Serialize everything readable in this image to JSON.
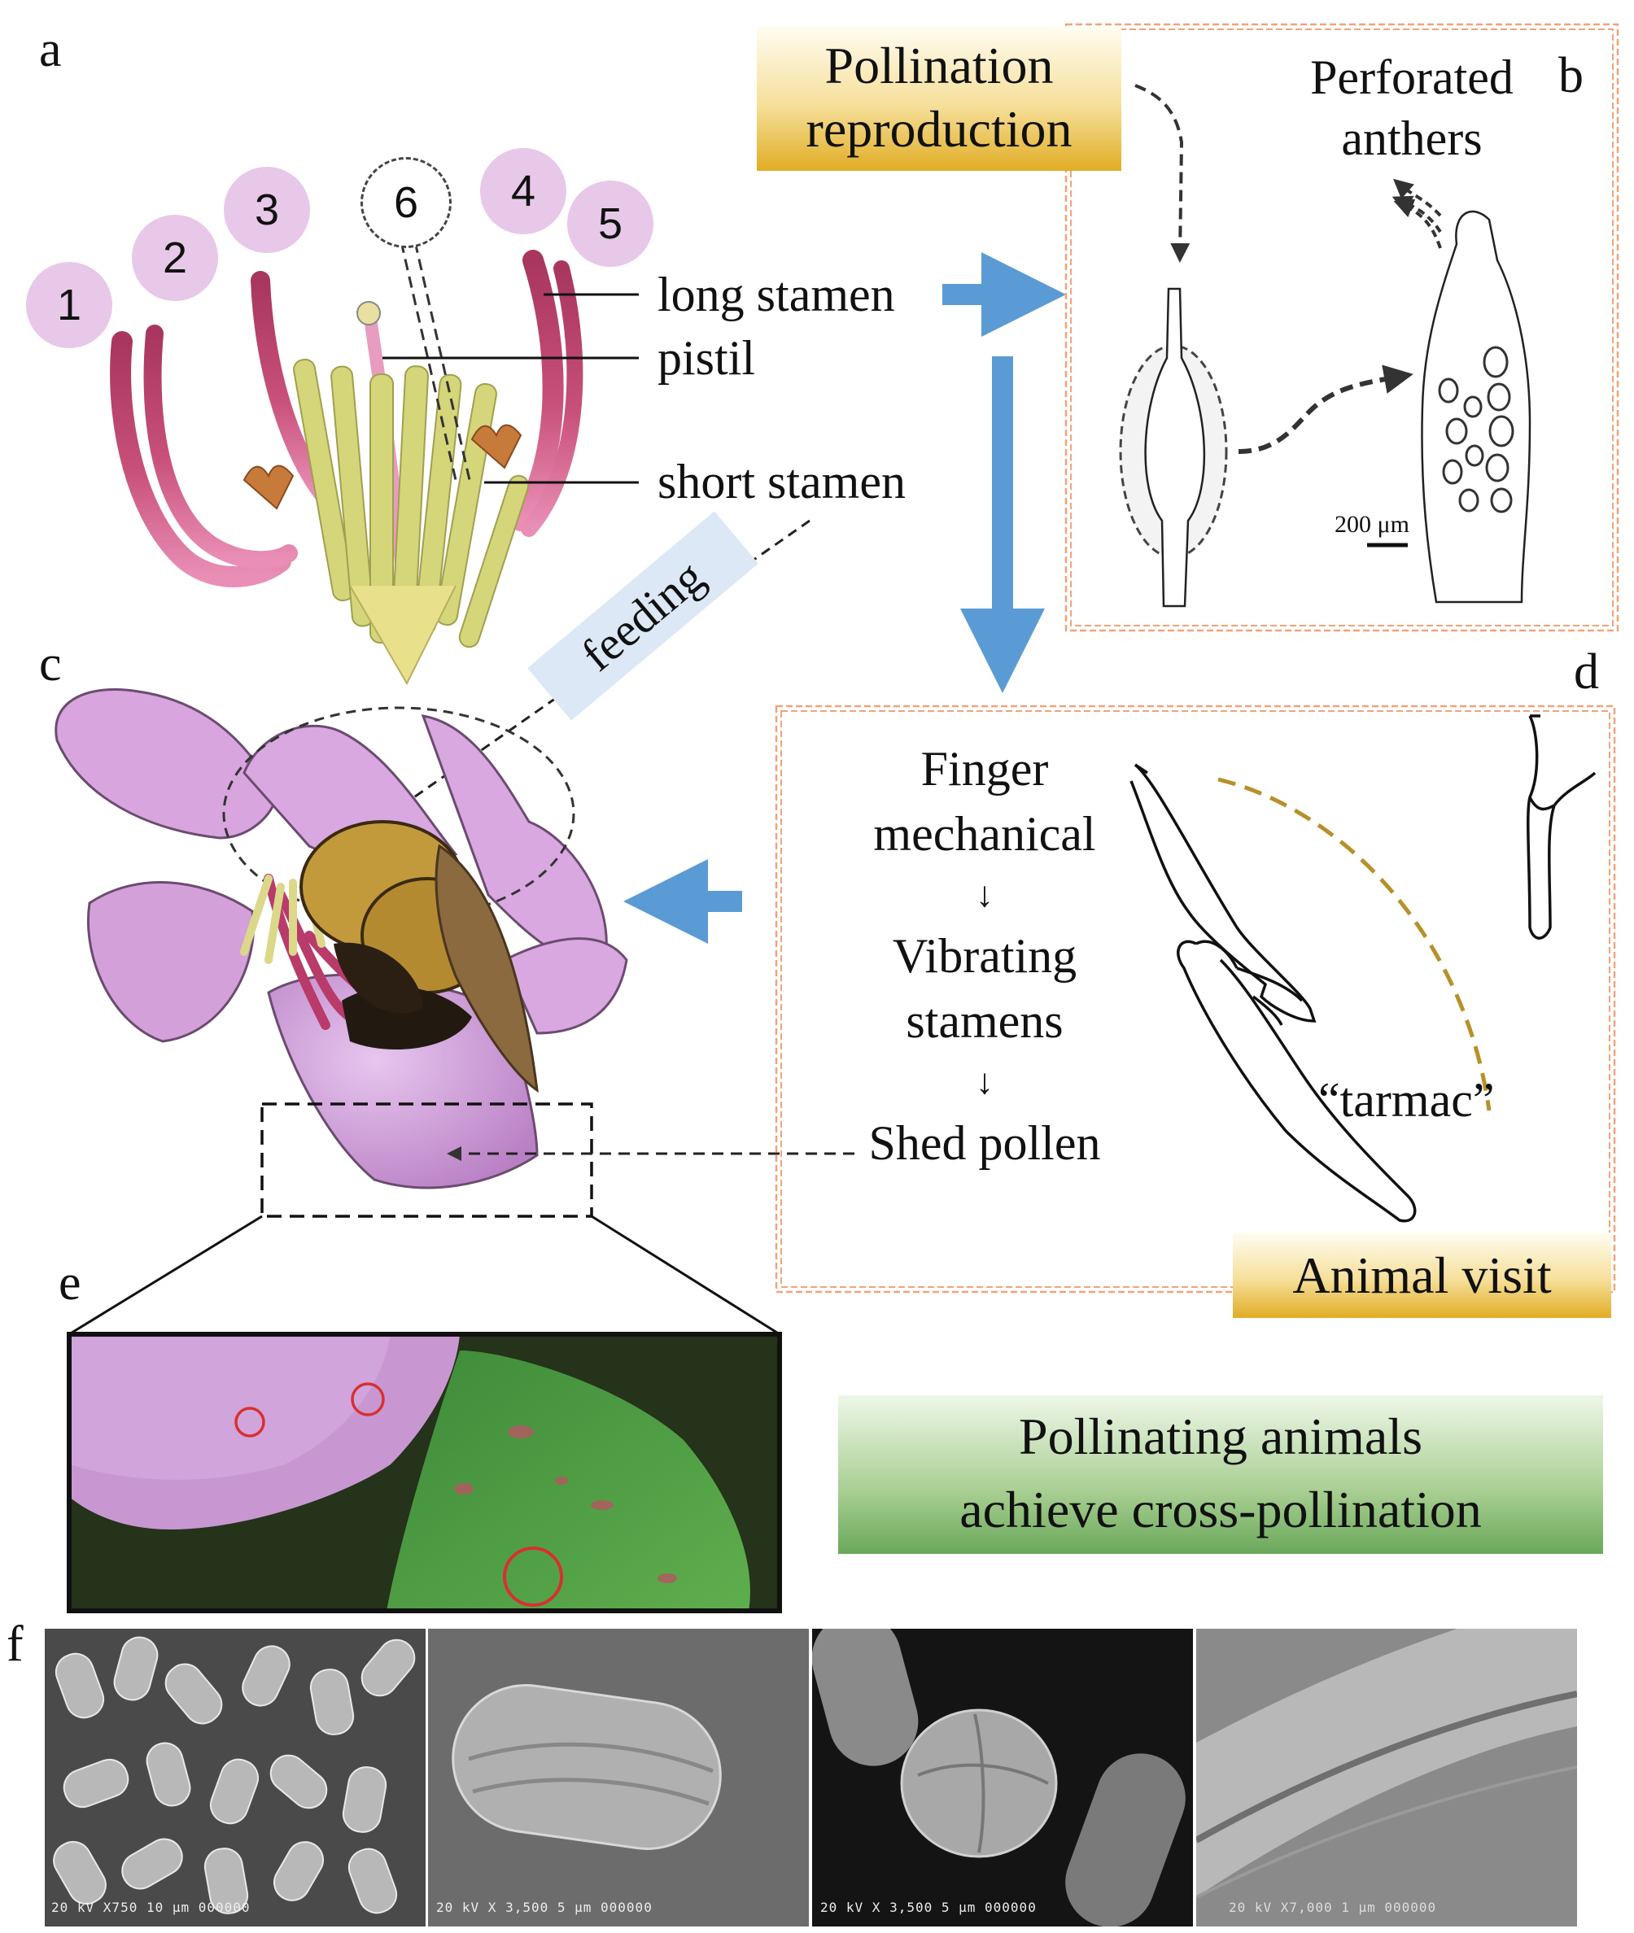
{
  "panels": {
    "a": "a",
    "b": "b",
    "c": "c",
    "d": "d",
    "e": "e",
    "f": "f"
  },
  "stamen_numbers": [
    "1",
    "2",
    "3",
    "4",
    "5",
    "6"
  ],
  "panel_a": {
    "long_stamen": "long stamen",
    "pistil": "pistil",
    "short_stamen": "short stamen",
    "feeding": "feeding"
  },
  "pollination_box": {
    "line1": "Pollination",
    "line2": "reproduction"
  },
  "panel_b": {
    "perforated_line1": "Perforated",
    "perforated_line2": "anthers",
    "scale": "200 μm"
  },
  "panel_d": {
    "step1_line1": "Finger",
    "step1_line2": "mechanical",
    "arrow1": "↓",
    "step2_line1": "Vibrating",
    "step2_line2": "stamens",
    "arrow2": "↓",
    "step3": "Shed pollen",
    "tarmac": "“tarmac”"
  },
  "animal_visit": "Animal visit",
  "cross_box": {
    "line1": "Pollinating animals",
    "line2": "achieve cross-pollination"
  },
  "sem_labels": [
    "20 kV  X750        10 μm  000000",
    "20 kV  X 3,500        5 μm  000000",
    "20 kV  X 3,500        5 μm  000000",
    "20 kV  X7,000        1 μm  000000"
  ],
  "colors": {
    "arrow_blue": "#5b9bd5",
    "frame_orange": "#f0a47a",
    "petal_pink": "#d9a6dc",
    "stamen_magenta": "#b8466e",
    "stamen_yellow": "#d7d67a",
    "gold_dash": "#b8902a"
  }
}
